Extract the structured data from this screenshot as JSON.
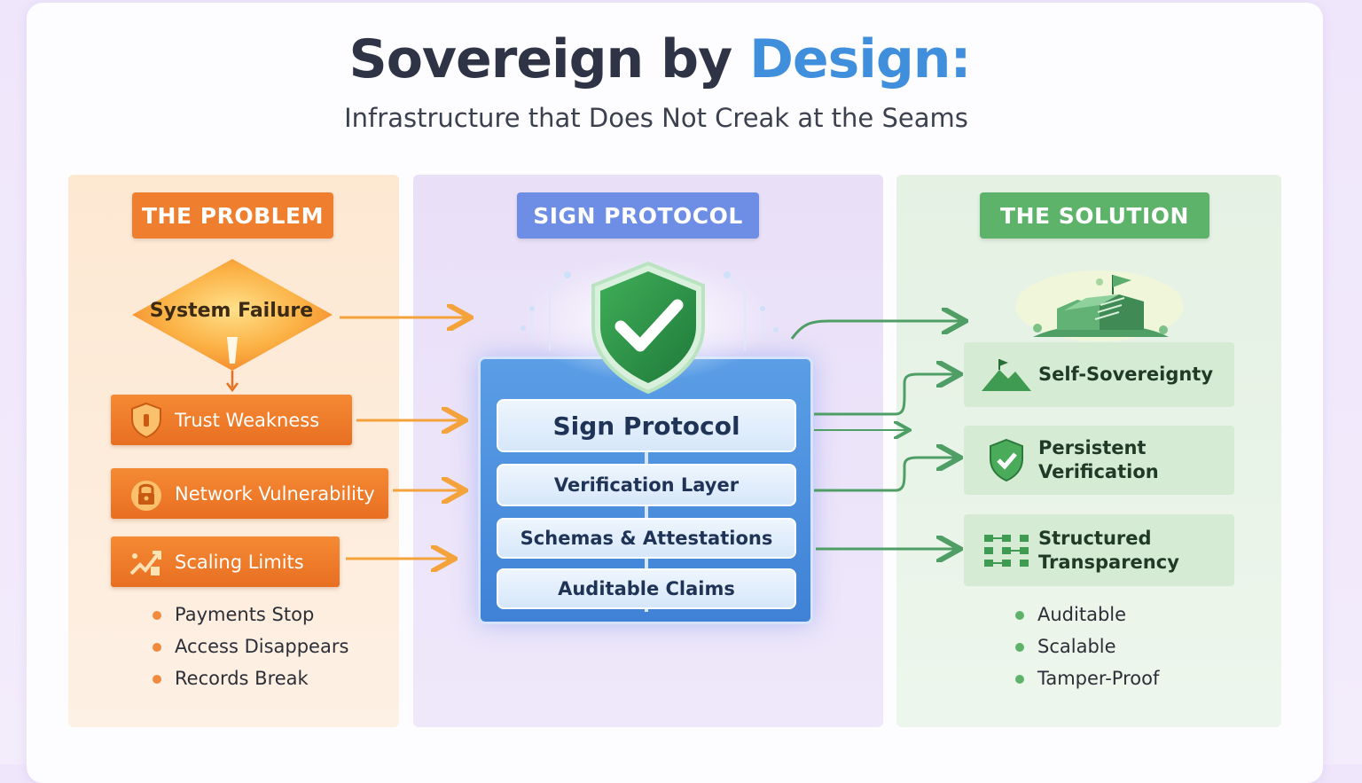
{
  "title": {
    "main": "Sovereign by ",
    "accent": "Design:"
  },
  "subtitle": "Infrastructure that Does Not Creak at the Seams",
  "colors": {
    "problem": "#ef7f2e",
    "protocol": "#6e8ee6",
    "solution": "#5cb369",
    "title_accent": "#3f8fdc"
  },
  "problem": {
    "header": "THE PROBLEM",
    "failure": "System Failure",
    "items": [
      {
        "label": "Trust Weakness",
        "icon": "shield-icon"
      },
      {
        "label": "Network Vulnerability",
        "icon": "lock-icon"
      },
      {
        "label": "Scaling Limits",
        "icon": "scaling-icon"
      }
    ],
    "bullets": [
      "Payments Stop",
      "Access Disappears",
      "Records Break"
    ]
  },
  "protocol": {
    "header": "SIGN PROTOCOL",
    "badge_icon": "shield-check-icon",
    "layers": [
      "Sign Protocol",
      "Verification Layer",
      "Schemas & Attestations",
      "Auditable Claims"
    ]
  },
  "solution": {
    "header": "THE SOLUTION",
    "illustration_icon": "hill-flag-icon",
    "items": [
      {
        "label": "Self-Sovereignty",
        "icon": "mountain-flag-icon"
      },
      {
        "label_line1": "Persistent",
        "label_line2": "Verification",
        "icon": "shield-check-icon"
      },
      {
        "label_line1": "Structured",
        "label_line2": "Transparency",
        "icon": "network-grid-icon"
      }
    ],
    "bullets": [
      "Auditable",
      "Scalable",
      "Tamper-Proof"
    ]
  }
}
